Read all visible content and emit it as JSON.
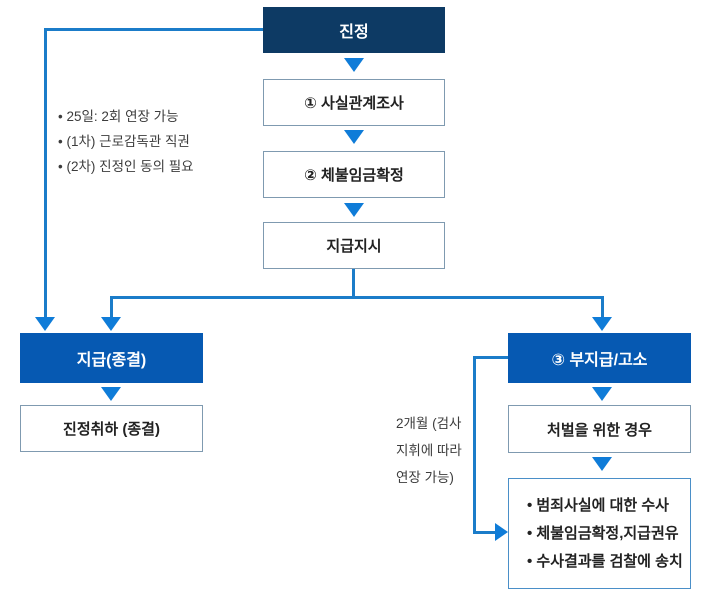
{
  "flow": {
    "start": "진정",
    "steps": [
      "① 사실관계조사",
      "② 체불임금확정",
      "지급지시"
    ],
    "left_branch": {
      "header": "지급(종결)",
      "outcome": "진정취하 (종결)"
    },
    "right_branch": {
      "header": "③ 부지급/고소",
      "condition": "처벌을 위한 경우",
      "actions": [
        "• 범죄사실에 대한 수사",
        "• 체불임금확정,지급권유",
        "• 수사결과를 검찰에 송치"
      ]
    }
  },
  "notes": {
    "left": [
      "• 25일: 2회 연장 가능",
      "• (1차) 근로감독관 직권",
      "• (2차) 진정인 동의 필요"
    ],
    "right": [
      "2개월 (검사",
      "지휘에 따라",
      "연장 가능)"
    ]
  },
  "colors": {
    "start_box": "#0d3a64",
    "branch_box": "#0659b2",
    "connector": "#1b7cc9",
    "arrow": "#0f7cd8",
    "white_box_border": "#7f9ab0",
    "actions_box_border": "#4a8fc8",
    "box_text_dark": "#222222",
    "note_text": "#3c3c3c"
  }
}
